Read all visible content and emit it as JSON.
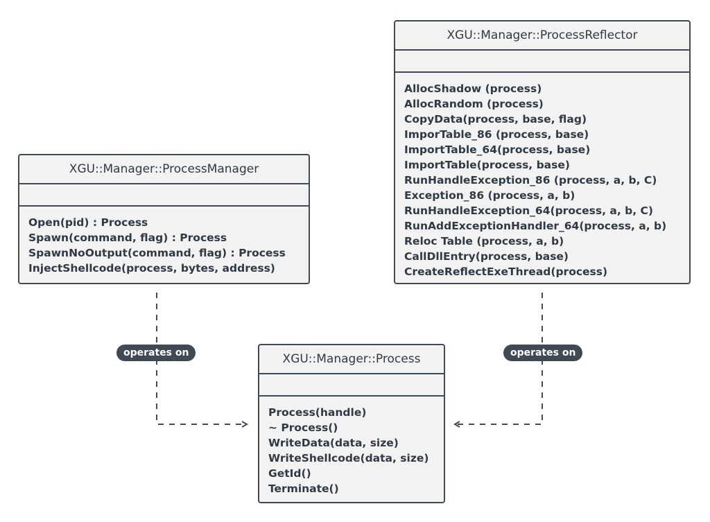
{
  "classes": {
    "process_manager": {
      "name": "XGU::Manager::ProcessManager",
      "methods": [
        "Open(pid) : Process",
        "Spawn(command, flag) : Process",
        "SpawnNoOutput(command, flag) : Process",
        "InjectShellcode(process, bytes, address)"
      ]
    },
    "process_reflector": {
      "name": "XGU::Manager::ProcessReflector",
      "methods": [
        "AllocShadow (process)",
        "AllocRandom (process)",
        "CopyData(process, base, flag)",
        "ImporTable_86 (process, base)",
        "ImportTable_64(process, base)",
        "ImportTable(process, base)",
        "RunHandleException_86 (process, a, b, C)",
        "Exception_86 (process, a, b)",
        "RunHandleException_64(process, a, b, C)",
        "RunAddExceptionHandler_64(process, a, b)",
        "Reloc Table (process, a, b)",
        "CallDllEntry(process, base)",
        "CreateReflectExeThread(process)"
      ]
    },
    "process": {
      "name": "XGU::Manager::Process",
      "methods": [
        "Process(handle)",
        "~ Process()",
        "WriteData(data, size)",
        "WriteShellcode(data, size)",
        "GetId()",
        "Terminate()"
      ]
    }
  },
  "relations": {
    "manager_to_process": "operates on",
    "reflector_to_process": "operates on"
  }
}
